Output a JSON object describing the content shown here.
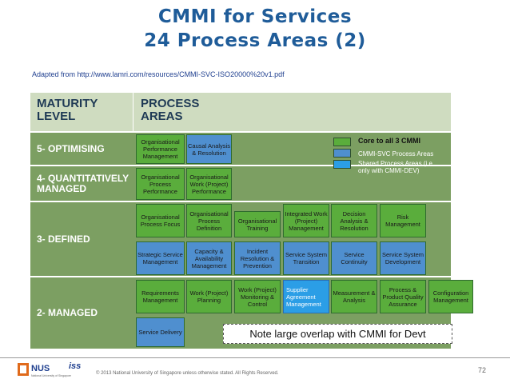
{
  "title": {
    "line1": "CMMI for Services",
    "line2": "24 Process Areas (2)"
  },
  "source": "Adapted from http://www.lamri.com/resources/CMMI-SVC-ISO20000%20v1.pdf",
  "header": {
    "maturity": "MATURITY\nLEVEL",
    "process": "PROCESS\nAREAS"
  },
  "levels": {
    "optimising": "5- OPTIMISING",
    "quantitative": "4- QUANTITATIVELY MANAGED",
    "defined": "3- DEFINED",
    "managed": "2- MANAGED"
  },
  "areas": {
    "opm": "Organisational Performance Management",
    "car": "Causal Analysis & Resolution",
    "opp": "Organisational Process Performance",
    "owp": "Organisational Work (Project) Performance",
    "opf": "Organisational Process Focus",
    "opd": "Organisational Process Definition",
    "ot": "Organisational Training",
    "iwm": "Integrated Work (Project) Management",
    "dar": "Decision Analysis & Resolution",
    "rskm": "Risk Management",
    "std": "Strategic Service Management",
    "cam": "Capacity & Availability Management",
    "irp": "Incident Resolution & Prevention",
    "sst": "Service System Transition",
    "scon": "Service Continuity",
    "ssd": "Service System Development",
    "reqm": "Requirements Management",
    "wp": "Work (Project) Planning",
    "wmc": "Work (Project) Monitoring & Control",
    "sam": "Supplier Agreement Management",
    "ma": "Measurement & Analysis",
    "ppqa": "Process & Product Quality Assurance",
    "cm": "Configuration Management",
    "sd": "Service Delivery"
  },
  "legend": {
    "core": "Core to all 3 CMMI",
    "svc": "CMMI-SVC Process Areas",
    "shared": "Shared Process Areas (i.e. only with CMMI-DEV)"
  },
  "colors": {
    "core": "#5aad3c",
    "svc": "#4f8fcf",
    "shared": "#2b9ee6",
    "band": "#7c9f62",
    "title": "#1f5c99"
  },
  "note": "Note large overlap with CMMI for Devt",
  "footer": {
    "nus": "NUS",
    "nus_sub": "National University of Singapore",
    "iss": "iss",
    "copyright": "© 2013 National University of Singapore unless otherwise stated. All Rights Reserved.",
    "page": "72"
  }
}
